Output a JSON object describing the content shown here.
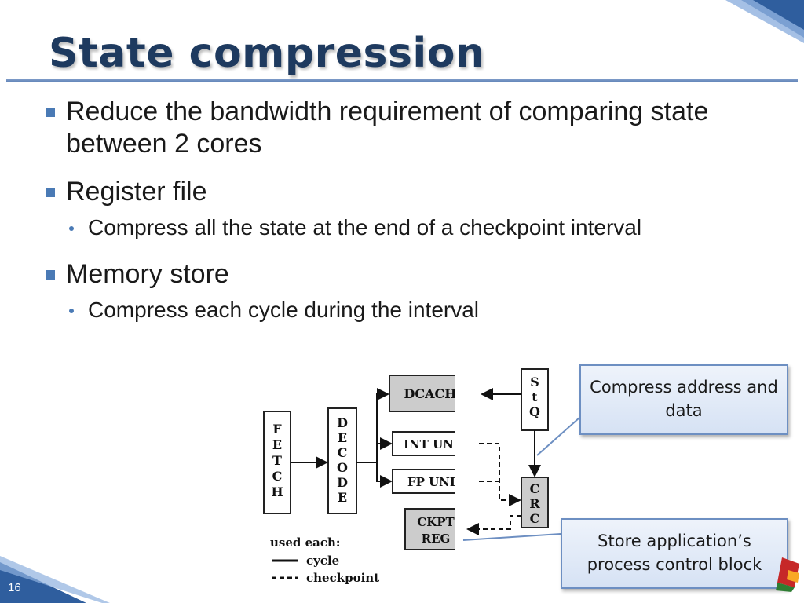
{
  "slide": {
    "title": "State compression",
    "page_number": "16"
  },
  "bullets": [
    {
      "level": 1,
      "text": "Reduce the bandwidth requirement of comparing state between 2 cores"
    },
    {
      "level": 1,
      "text": "Register file"
    },
    {
      "level": 2,
      "text": "Compress all the state at the end of a checkpoint interval"
    },
    {
      "level": 1,
      "text": "Memory store"
    },
    {
      "level": 2,
      "text": "Compress each cycle during the interval"
    }
  ],
  "diagram": {
    "fetch": "FETCH",
    "decode": "DECODE",
    "dcache": "DCACHE",
    "int_unit": "INT UNIT",
    "fp_unit": "FP UNIT",
    "stq": "StQ",
    "crc": "CRC",
    "ckpt_line1": "CKPT",
    "ckpt_line2": "REG",
    "legend": {
      "title": "used each:",
      "solid": "cycle",
      "dashed": "checkpoint"
    }
  },
  "callouts": {
    "compress": "Compress address and data",
    "store": "Store application’s process control block"
  },
  "colors": {
    "title": "#1e3a5f",
    "accent": "#4a7ab5",
    "callout_border": "#6d8fc2"
  }
}
